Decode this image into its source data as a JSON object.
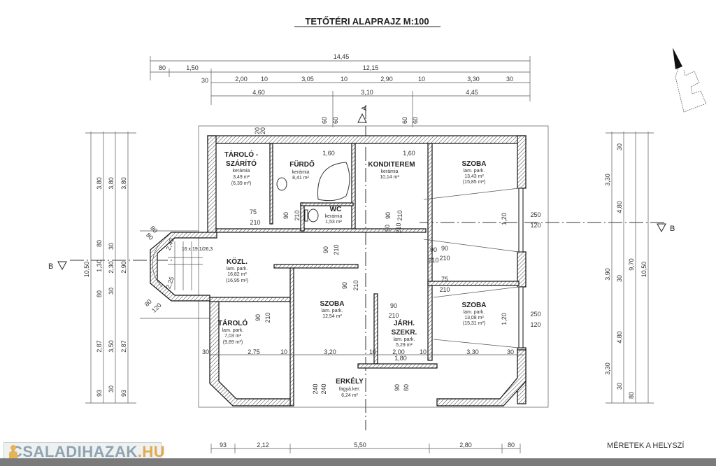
{
  "title": "TETŐTÉRI ALAPRAJZ  M:100",
  "footnote": "MÉRETEK A HELYSZÍ",
  "watermark": {
    "brand": "CSALADIHAZAK",
    "tld": ".HU"
  },
  "section_marks": {
    "a": "A",
    "b_left": "B",
    "b_right": "B"
  },
  "stair_label": "16 x 19,1/26,3",
  "rooms": [
    {
      "name": "TÁROLÓ -",
      "name2": "SZÁRÍTÓ",
      "floor": "kerámia",
      "area": "3,49 m²",
      "area2": "(6,39 m²)"
    },
    {
      "name": "FÜRDŐ",
      "floor": "kerámia",
      "area": "8,41 m²"
    },
    {
      "name": "KONDITEREM",
      "floor": "kerámia",
      "area": "10,14 m²"
    },
    {
      "name": "WC",
      "floor": "kerámia",
      "area": "1,53 m²"
    },
    {
      "name": "SZOBA",
      "floor": "lam. park.",
      "area": "13,43 m²",
      "area2": "(15,85 m²)"
    },
    {
      "name": "KÖZL.",
      "floor": "lam. park.",
      "area": "16,82 m²",
      "area2": "(16,95 m²)"
    },
    {
      "name": "SZOBA",
      "floor": "lam. park.",
      "area": "12,54 m²"
    },
    {
      "name": "SZOBA",
      "floor": "lam. park.",
      "area": "13,08 m²",
      "area2": "(15,31 m²)"
    },
    {
      "name": "TÁROLÓ",
      "floor": "lam. park.",
      "area": "7,03 m²",
      "area2": "(9,89 m²)"
    },
    {
      "name": "JÁRH.",
      "name2": "SZEKR.",
      "floor": "lam. park.",
      "area": "5,29 m²"
    },
    {
      "name": "ERKÉLY",
      "floor": "fagyá.ker.",
      "area": "6,24 m²"
    }
  ],
  "dims_top": {
    "row1": [
      "14,45"
    ],
    "row2": [
      "80",
      "1,50",
      "12,15"
    ],
    "row3": [
      "30",
      "2,00",
      "10",
      "3,05",
      "10",
      "2,90",
      "10",
      "3,30",
      "30"
    ],
    "row4": [
      "4,60",
      "3,10",
      "4,45"
    ]
  },
  "dims_bottom": [
    "93",
    "2,12",
    "5,50",
    "2,80",
    "80"
  ],
  "dims_left": {
    "c1": [
      "10,50"
    ],
    "c2": [
      "3,80",
      "80",
      "1,30",
      "80",
      "2,87",
      "93"
    ],
    "c3": [
      "3,80",
      "30",
      "2,30",
      "30",
      "3,50",
      "30"
    ],
    "c4": [
      "3,80",
      "2,90",
      "2,87",
      "93"
    ]
  },
  "dims_right": {
    "c1": [
      "3,30",
      "3,90",
      "3,30"
    ],
    "c2": [
      "30",
      "4,80",
      "30",
      "4,80",
      "30"
    ],
    "c3": [
      "9,70",
      "80"
    ],
    "c4": [
      "10,50"
    ]
  },
  "inner": {
    "win_top": [
      "1,60",
      "1,60"
    ],
    "sill": [
      "60",
      "60",
      "60",
      "60",
      "20",
      "20"
    ],
    "win_right": [
      "250",
      "120",
      "1,20",
      "250",
      "120",
      "1,20"
    ],
    "doors": [
      "75",
      "210",
      "90",
      "210",
      "90",
      "210",
      "90",
      "210",
      "75",
      "210",
      "90",
      "210",
      "90",
      "210",
      "90",
      "210",
      "90",
      "210",
      "90",
      "210",
      "90",
      "210"
    ],
    "row_mid": [
      "30",
      "2,75",
      "10",
      "3,20",
      "10",
      "2,00",
      "10",
      "1,80",
      "3,30",
      "30"
    ],
    "balcony": [
      "240",
      "240",
      "90",
      "60"
    ],
    "stair": [
      "2,49",
      "2,25",
      "80",
      "80",
      "80",
      "120"
    ]
  }
}
